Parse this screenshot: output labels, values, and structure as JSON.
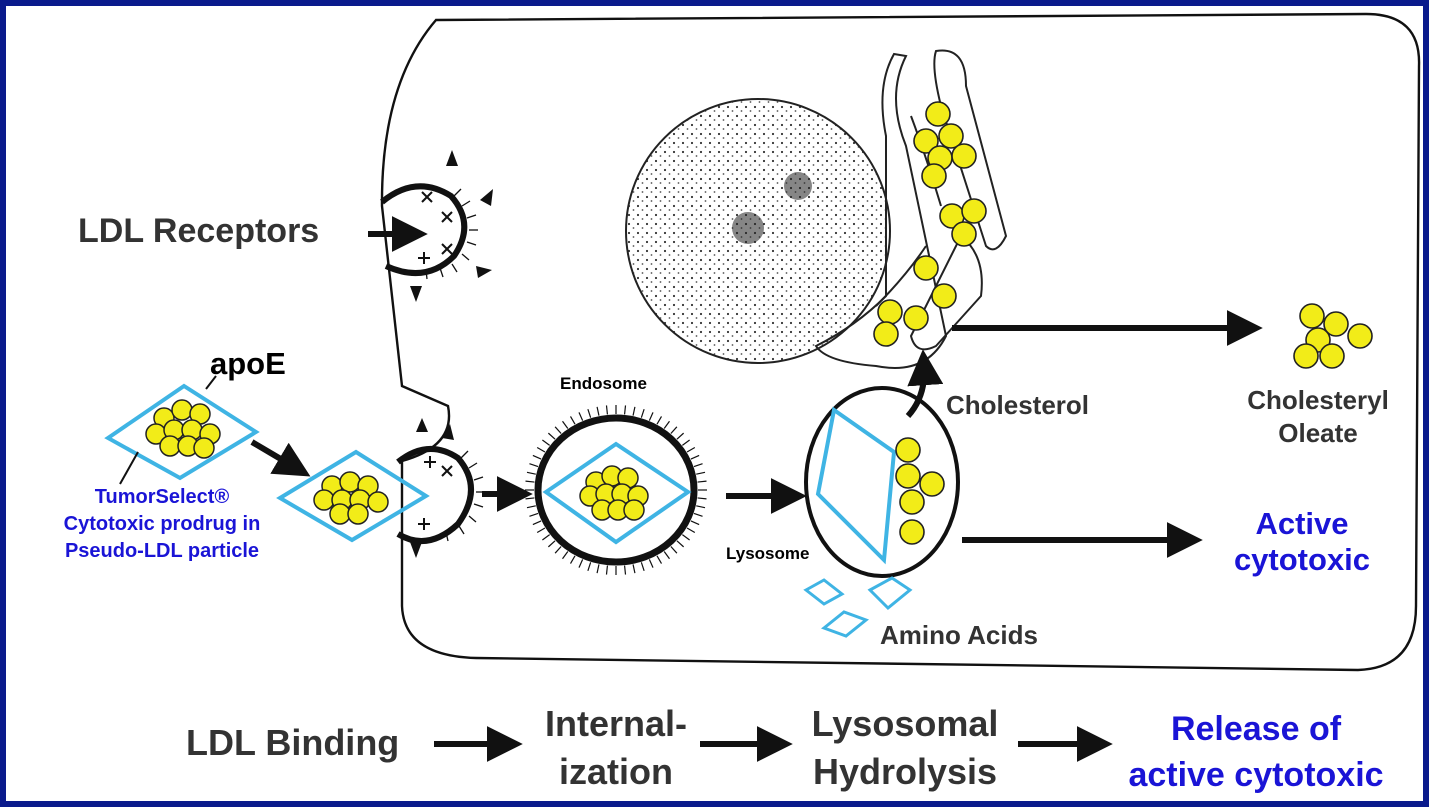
{
  "colors": {
    "frame": "#0a1a8c",
    "accent_blue": "#1a14d6",
    "particle_outline": "#3fb4e4",
    "lipid_fill": "#f2ec18",
    "ink": "#111111"
  },
  "labels": {
    "ldl_receptors": "LDL Receptors",
    "apoe": "apoE",
    "tumorselect_line1": "TumorSelect®",
    "tumorselect_line2": "Cytotoxic prodrug in",
    "tumorselect_line3": "Pseudo-LDL particle",
    "endosome": "Endosome",
    "lysosome": "Lysosome",
    "cholesterol": "Cholesterol",
    "cholesteryl_line1": "Cholesteryl",
    "cholesteryl_line2": "Oleate",
    "active_line1": "Active",
    "active_line2": "cytotoxic",
    "amino_acids": "Amino Acids"
  },
  "pathway": {
    "step1": "LDL Binding",
    "step2_line1": "Internal-",
    "step2_line2": "ization",
    "step3_line1": "Lysosomal",
    "step3_line2": "Hydrolysis",
    "step4_line1": "Release of",
    "step4_line2": "active cytotoxic"
  },
  "icons": {
    "ldl_particle": "ldl-particle-icon",
    "nucleus": "nucleus-icon",
    "endoplasmic_reticulum": "er-icon",
    "arrow": "arrow-icon"
  }
}
